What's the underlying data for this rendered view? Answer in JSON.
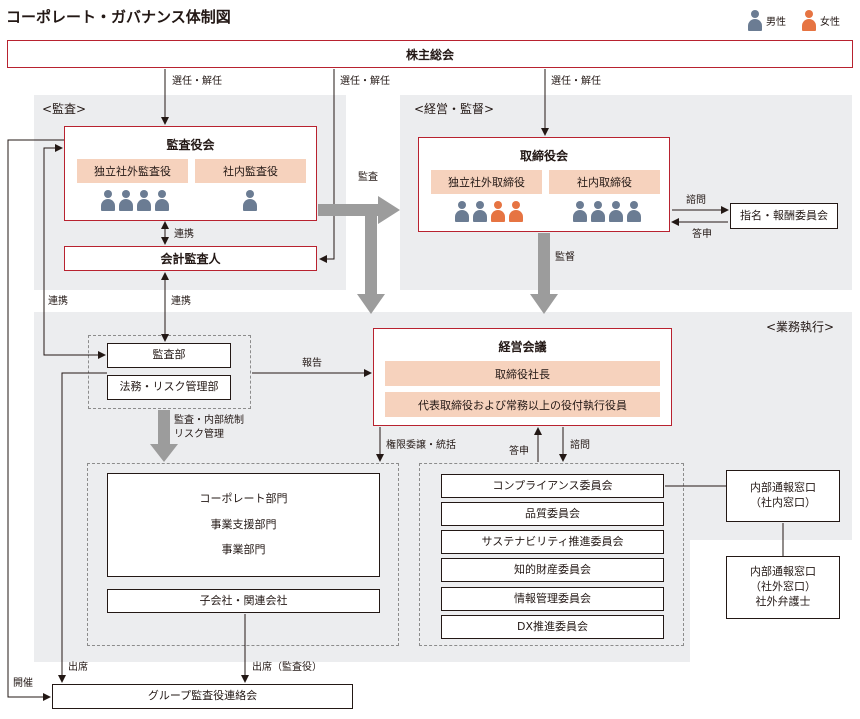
{
  "title": "コーポレート・ガバナンス体制図",
  "legend": {
    "male": "男性",
    "female": "女性",
    "male_color": "#6b7c93",
    "female_color": "#e67442"
  },
  "shareholders": "株主総会",
  "labels": {
    "elect1": "選任・解任",
    "elect2": "選任・解任",
    "elect3": "選任・解任",
    "audit_arrow": "監査",
    "supervise": "監督",
    "consult": "諮問",
    "answer": "答申",
    "coop1": "連携",
    "coop2": "連携",
    "coop3": "連携",
    "report": "報告",
    "audit_internal_1": "監査・内部統制",
    "audit_internal_2": "リスク管理",
    "delegate": "権限委譲・統括",
    "answer2": "答申",
    "consult2": "諮問",
    "attend1": "出席",
    "attend2": "出席（監査役）",
    "convene": "開催"
  },
  "sections": {
    "audit": "<監査>",
    "mgmt": "<経営・監督>",
    "exec": "<業務執行>"
  },
  "audit_board": {
    "title": "監査役会",
    "outside": "独立社外監査役",
    "inside": "社内監査役",
    "outside_members": [
      "male",
      "male",
      "male",
      "male"
    ],
    "inside_members": [
      "male"
    ]
  },
  "auditor": "会計監査人",
  "board": {
    "title": "取締役会",
    "outside": "独立社外取締役",
    "inside": "社内取締役",
    "outside_members": [
      "male",
      "male",
      "female",
      "female"
    ],
    "inside_members": [
      "male",
      "male",
      "male",
      "male"
    ]
  },
  "nomination": "指名・報酬委員会",
  "internal_audit": "監査部",
  "legal_risk": "法務・リスク管理部",
  "mgmt_meeting": {
    "title": "経営会議",
    "president": "取締役社長",
    "officers": "代表取締役および常務以上の役付執行役員"
  },
  "divisions": [
    "コーポレート部門",
    "事業支援部門",
    "事業部門"
  ],
  "subsidiaries": "子会社・関連会社",
  "committees": [
    "コンプライアンス委員会",
    "品質委員会",
    "サステナビリティ推進委員会",
    "知的財産委員会",
    "情報管理委員会",
    "DX推進委員会"
  ],
  "whistle_internal": [
    "内部通報窓口",
    "（社内窓口）"
  ],
  "whistle_external": [
    "内部通報窓口",
    "（社外窓口）",
    "社外弁護士"
  ],
  "group_audit": "グループ監査役連絡会"
}
